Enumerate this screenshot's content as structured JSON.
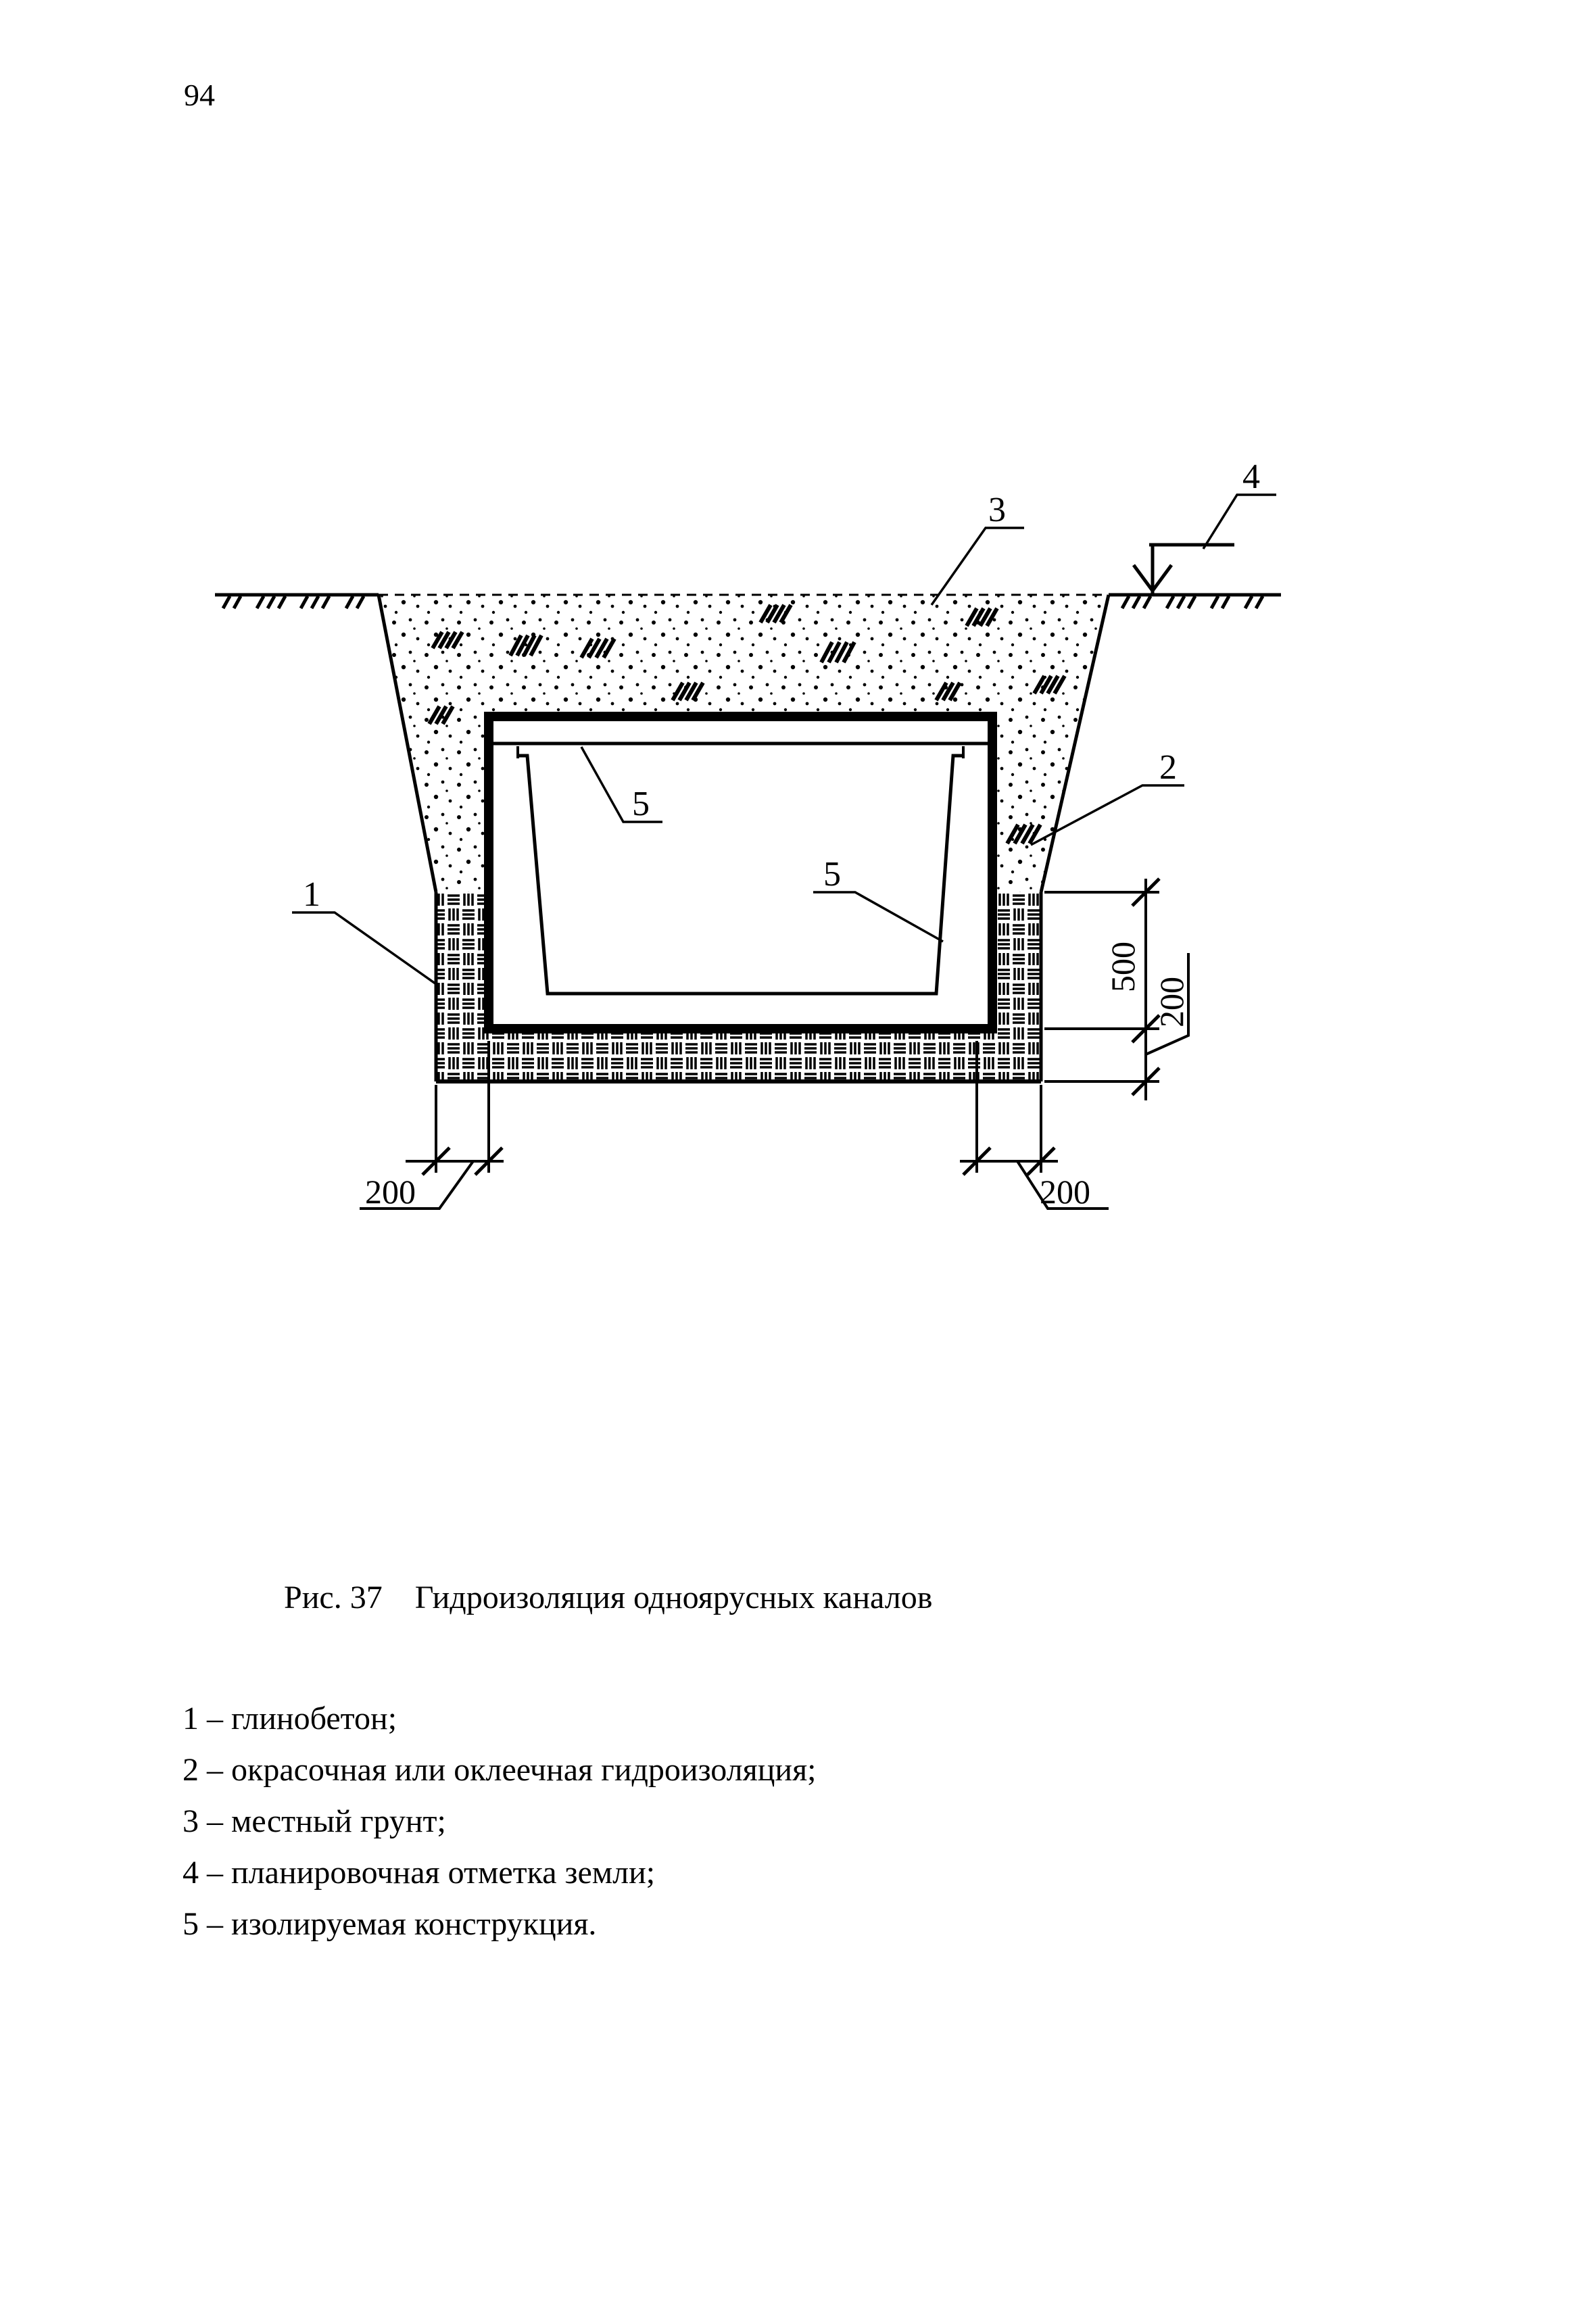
{
  "page": {
    "number": "94"
  },
  "figure": {
    "callouts": {
      "item1": "1",
      "item2": "2",
      "item3": "3",
      "item4": "4",
      "item5_top": "5",
      "item5_inner": "5"
    },
    "dimensions": {
      "left_wall": "200",
      "right_wall": "200",
      "side_height": "500",
      "base_thickness": "200"
    },
    "caption": {
      "number": "Рис. 37",
      "title": "Гидроизоляция одноярусных каналов"
    },
    "legend": [
      "1 – глинобетон;",
      "2 – окрасочная или оклеечная гидроизоляция;",
      "3 – местный грунт;",
      "4 – планировочная отметка земли;",
      "5 – изолируемая конструкция."
    ]
  }
}
